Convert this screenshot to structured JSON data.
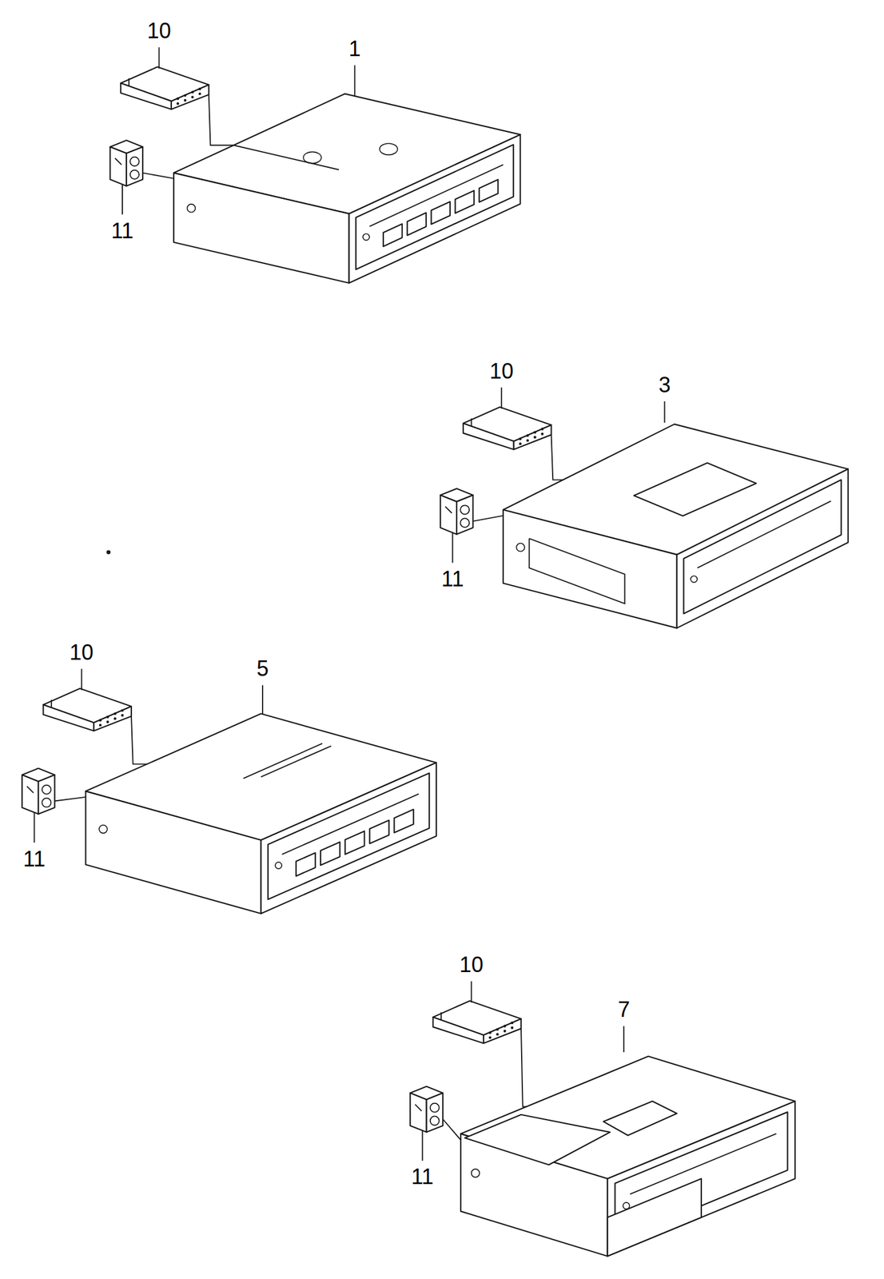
{
  "diagram": {
    "labels": [
      "10",
      "1",
      "11",
      "10",
      "3",
      "11",
      "10",
      "5",
      "11",
      "10",
      "7",
      "11"
    ]
  }
}
